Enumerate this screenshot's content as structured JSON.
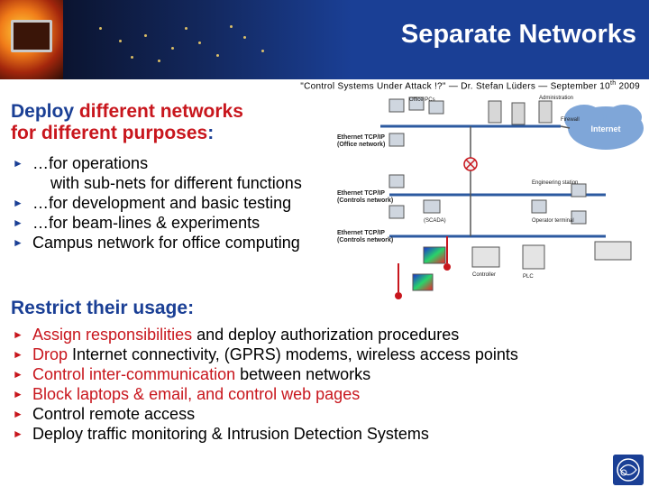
{
  "slide": {
    "title": "Separate Networks",
    "subtitle_pre": "\"Control Systems Under Attack !?\" — Dr. Stefan Lüders — September 10",
    "subtitle_sup": "th",
    "subtitle_post": " 2009",
    "heading1": {
      "p1": "Deploy ",
      "p2": "different networks",
      "p3": "for different purposes",
      "p4": ":"
    },
    "list1": [
      "…for operations",
      "with sub-nets for different functions",
      "…for development and basic testing",
      "…for beam-lines & experiments",
      "Campus network for office computing"
    ],
    "heading2": "Restrict their usage:",
    "list2": [
      {
        "a": "Assign responsibilities",
        "b": " and deploy authorization procedures"
      },
      {
        "a": "Drop",
        "b": " Internet connectivity, (GPRS) modems, wireless access points"
      },
      {
        "a": "Control inter-communication",
        "b": " between networks"
      },
      {
        "a": "Block laptops & email, and control web pages",
        "b": ""
      },
      {
        "a": "",
        "b": "Control remote access"
      },
      {
        "a": "",
        "b": "Deploy traffic monitoring & Intrusion Detection Systems"
      }
    ],
    "diagram": {
      "net_office_1": "Ethernet TCP/IP",
      "net_office_2": "(Office network)",
      "net_controls_1": "Ethernet TCP/IP",
      "net_controls_2": "(Controls network)",
      "net_controls_b1": "Ethernet TCP/IP",
      "net_controls_b2": "(Controls network)",
      "cloud": "Internet",
      "l_office": "Office PCs",
      "l_admin": "Administration",
      "l_firewall": "Firewall",
      "l_scada": "(SCADA)",
      "l_plc": "PLC",
      "l_operator": "Operator terminal",
      "l_engineering": "Engineering station",
      "l_controller": "Controller"
    }
  }
}
